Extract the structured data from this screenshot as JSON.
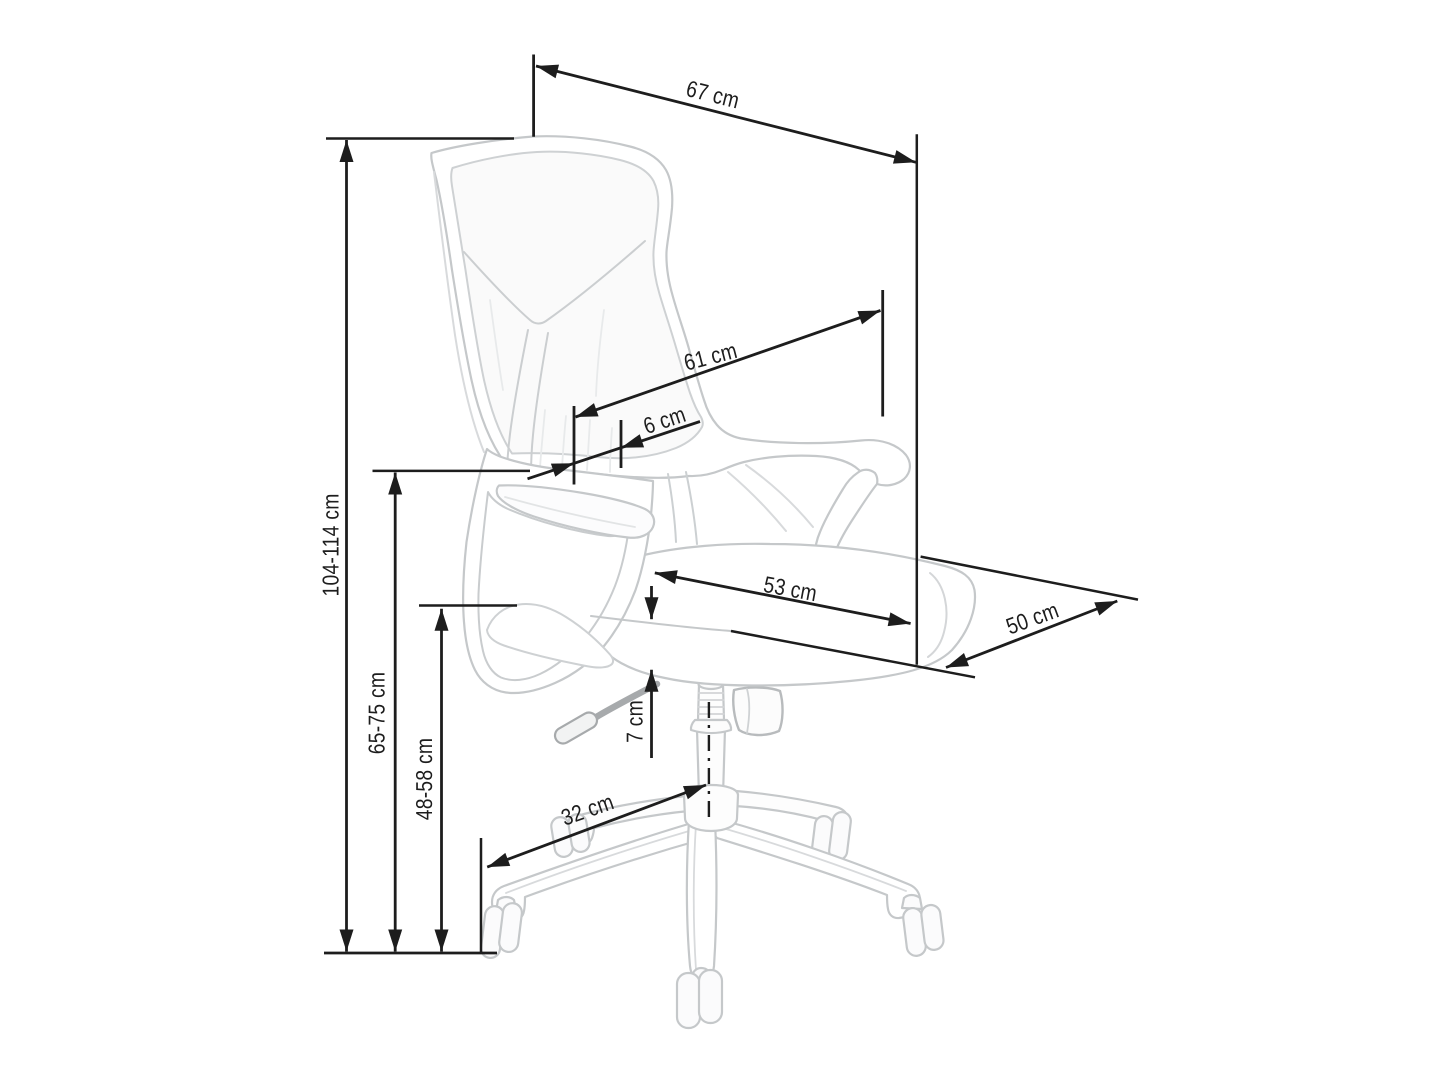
{
  "page": {
    "background_color": "#ffffff",
    "subject": "Technical line drawing of a mesh office swivel chair with dimension annotations",
    "unit": "cm",
    "colors": {
      "dimension_lines": "#1d1d1d",
      "chair_outline": "#c3c6c8",
      "chair_outline_light": "#dadcde",
      "chair_outline_dark": "#aaadaf",
      "mesh_fill": "#fafafa"
    }
  },
  "dimensions": {
    "back_width_top": {
      "label": "67 cm",
      "value_cm": 67
    },
    "total_height": {
      "label": "104-114 cm",
      "min_cm": 104,
      "max_cm": 114
    },
    "backrest_diagonal": {
      "label": "61 cm",
      "value_cm": 61
    },
    "adjustment_6": {
      "label": "6 cm",
      "value_cm": 6
    },
    "seat_width": {
      "label": "53 cm",
      "value_cm": 53
    },
    "seat_depth": {
      "label": "50 cm",
      "value_cm": 50
    },
    "height_to_seat_top": {
      "label": "65-75 cm",
      "min_cm": 65,
      "max_cm": 75
    },
    "seat_height": {
      "label": "48-58 cm",
      "min_cm": 48,
      "max_cm": 58
    },
    "cushion_thickness": {
      "label": "7 cm",
      "value_cm": 7
    },
    "base_leg_radius": {
      "label": "32 cm",
      "value_cm": 32
    }
  }
}
